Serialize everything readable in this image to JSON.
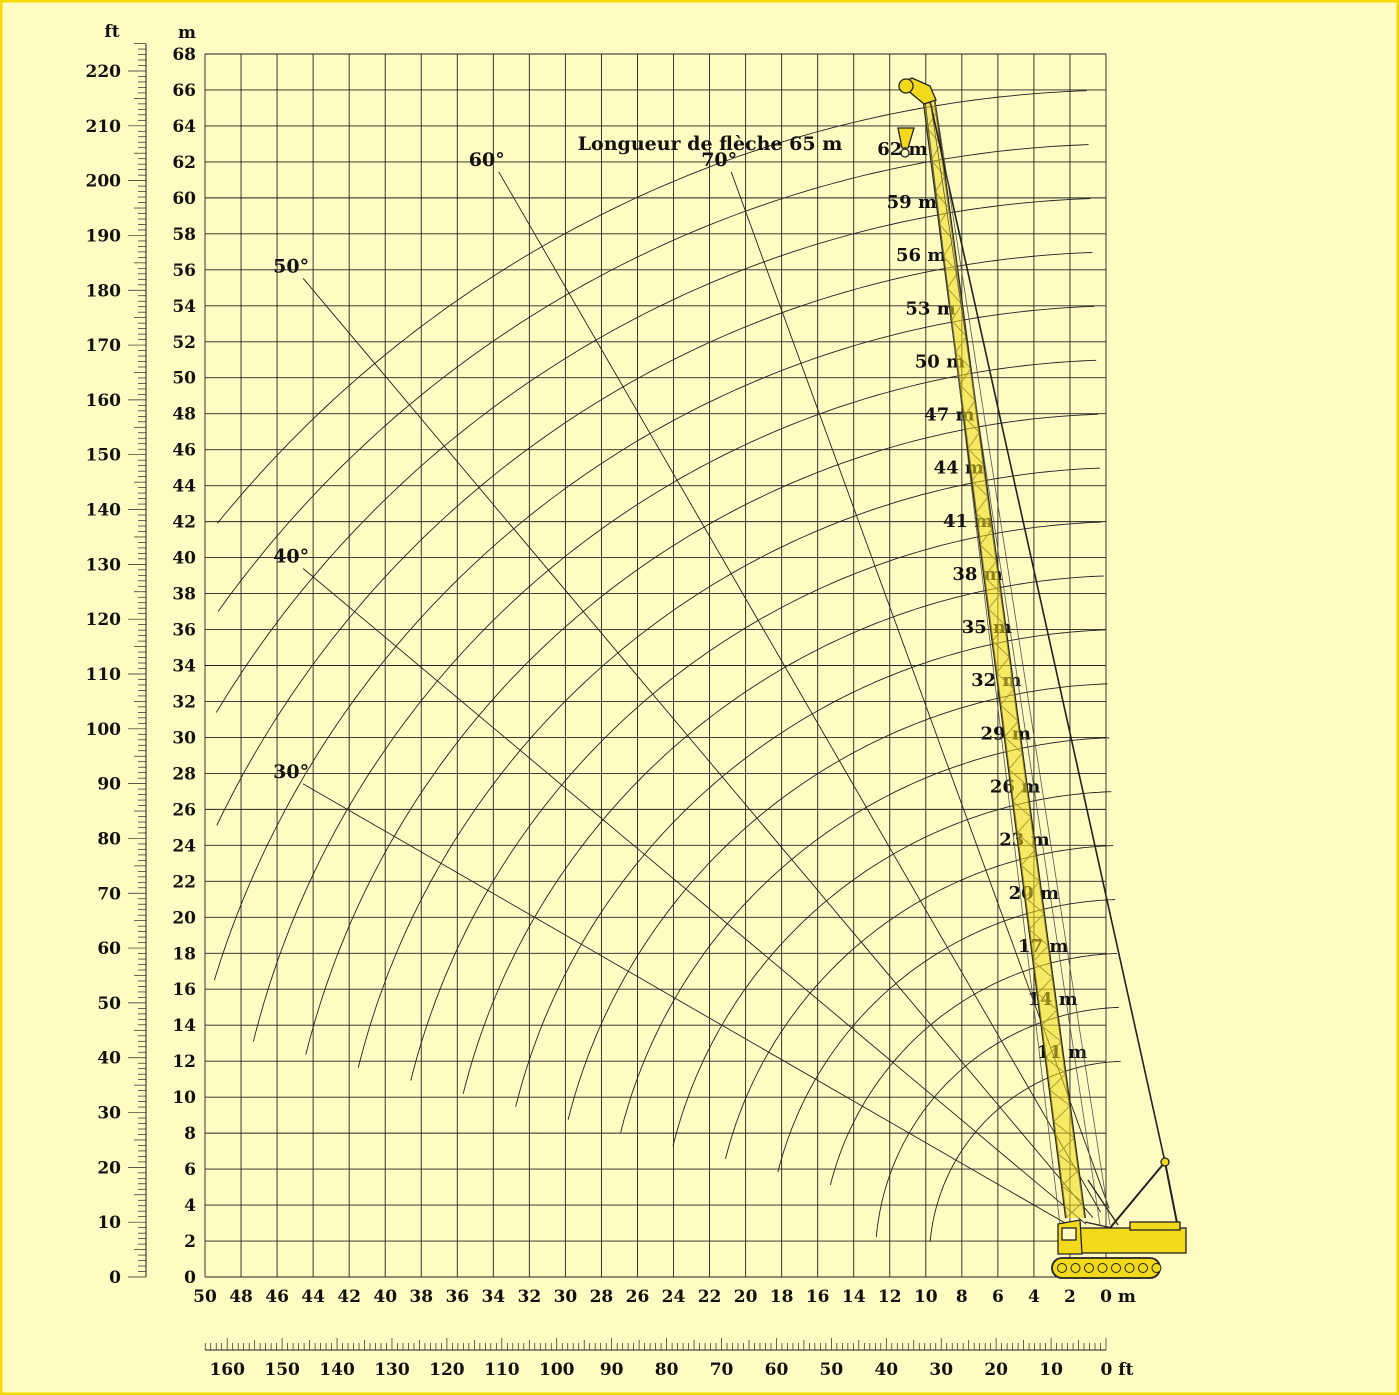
{
  "colors": {
    "background": "#fffbc2",
    "border": "#f5d800",
    "ink": "#111111",
    "crane": "#f2da1a"
  },
  "chart_data": {
    "type": "line",
    "title": "Longueur de flèche 65 m",
    "x_unit_label": "0 m",
    "y_unit_label": "m",
    "ft_left_unit_label": "ft",
    "ft_bottom_unit_label": "0 ft",
    "xlim": [
      50,
      0
    ],
    "ylim": [
      0,
      68
    ],
    "x_ticks": [
      50,
      48,
      46,
      44,
      42,
      40,
      38,
      36,
      34,
      32,
      30,
      28,
      26,
      24,
      22,
      20,
      18,
      16,
      14,
      12,
      10,
      8,
      6,
      4,
      2
    ],
    "y_ticks": [
      0,
      2,
      4,
      6,
      8,
      10,
      12,
      14,
      16,
      18,
      20,
      22,
      24,
      26,
      28,
      30,
      32,
      34,
      36,
      38,
      40,
      42,
      44,
      46,
      48,
      50,
      52,
      54,
      56,
      58,
      60,
      62,
      64,
      66,
      68
    ],
    "ft_left_ticks": [
      0,
      10,
      20,
      30,
      40,
      50,
      60,
      70,
      80,
      90,
      100,
      110,
      120,
      130,
      140,
      150,
      160,
      170,
      180,
      190,
      200,
      210,
      220
    ],
    "ft_bottom_ticks": [
      160,
      150,
      140,
      130,
      120,
      110,
      100,
      90,
      80,
      70,
      60,
      50,
      40,
      30,
      20,
      10
    ],
    "jib_lengths": [
      {
        "label": "11 m",
        "length": 11
      },
      {
        "label": "14 m",
        "length": 14
      },
      {
        "label": "17 m",
        "length": 17
      },
      {
        "label": "20 m",
        "length": 20
      },
      {
        "label": "23 m",
        "length": 23
      },
      {
        "label": "26 m",
        "length": 26
      },
      {
        "label": "29 m",
        "length": 29
      },
      {
        "label": "32 m",
        "length": 32
      },
      {
        "label": "35 m",
        "length": 35
      },
      {
        "label": "38 m",
        "length": 38
      },
      {
        "label": "41 m",
        "length": 41
      },
      {
        "label": "44 m",
        "length": 44
      },
      {
        "label": "47 m",
        "length": 47
      },
      {
        "label": "50 m",
        "length": 50
      },
      {
        "label": "53 m",
        "length": 53
      },
      {
        "label": "56 m",
        "length": 56
      },
      {
        "label": "59 m",
        "length": 59
      },
      {
        "label": "62 m",
        "length": 62
      },
      {
        "label": "",
        "length": 65
      }
    ],
    "angle_lines": [
      {
        "label": "30°",
        "angle": 30
      },
      {
        "label": "40°",
        "angle": 40
      },
      {
        "label": "50°",
        "angle": 50
      },
      {
        "label": "60°",
        "angle": 60
      },
      {
        "label": "70°",
        "angle": 70
      }
    ]
  }
}
